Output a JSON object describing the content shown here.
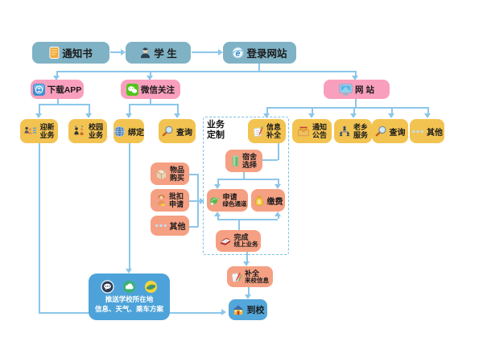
{
  "colors": {
    "box_blue": "#7fb2c5",
    "box_pink": "#f99fbe",
    "box_yellow": "#f2c351",
    "box_orange": "#f5a083",
    "box_skyblue": "#54a7da",
    "arrow_blue": "#8cc6e9",
    "dashed_border": "#7ec1e8"
  },
  "flow": {
    "notice": {
      "label": "通知书",
      "icon": "document-icon"
    },
    "student": {
      "label": "学 生",
      "icon": "student-icon"
    },
    "login": {
      "label": "登录网站",
      "icon": "browser-icon"
    },
    "download_app": {
      "label": "下载APP",
      "icon": "appstore-icon"
    },
    "wechat_follow": {
      "label": "微信关注",
      "icon": "wechat-icon"
    },
    "website": {
      "label": "网 站",
      "icon": "monitor-icon"
    },
    "welcome_biz": {
      "line1": "迎新",
      "line2": "业务",
      "icon": "people-list-icon"
    },
    "campus_biz": {
      "line1": "校园",
      "line2": "业务",
      "icon": "people-icon"
    },
    "bind": {
      "label": "绑定",
      "icon": "globe-icon"
    },
    "wechat_query": {
      "label": "查询",
      "icon": "magnifier-icon"
    },
    "biz_custom": {
      "line1": "业务",
      "line2": "定制"
    },
    "info_complete": {
      "line1": "信息",
      "line2": "补全",
      "icon": "pen-paper-icon"
    },
    "notice_board": {
      "line1": "通知",
      "line2": "公告",
      "icon": "inbox-icon"
    },
    "hometown_service": {
      "line1": "老乡",
      "line2": "服务",
      "icon": "orgchart-icon"
    },
    "web_query": {
      "label": "查询",
      "icon": "magnifier-icon"
    },
    "web_other": {
      "label": "其他",
      "icon": "dots-icon"
    },
    "dorm_select": {
      "line1": "宿舍",
      "line2": "选择",
      "icon": "dorm-icon"
    },
    "green_channel": {
      "line1": "申请",
      "line2": "绿色通道",
      "icon": "leaf-icon"
    },
    "pay_fee": {
      "label": "缴费",
      "icon": "moneybag-icon"
    },
    "finish_online": {
      "line1": "完成",
      "line2": "线上业务",
      "icon": "book-icon"
    },
    "goods_purchase": {
      "line1": "物品",
      "line2": "购买",
      "icon": "box-icon"
    },
    "deduct_apply": {
      "line1": "批扣",
      "line2": "申请",
      "icon": "person-icon"
    },
    "app_other": {
      "label": "其他",
      "icon": "dots-icon"
    },
    "arrival_info": {
      "line1": "补全",
      "line2": "来校信息",
      "icon": "pens-icon"
    },
    "arrive_school": {
      "label": "到校",
      "icon": "house-icon"
    },
    "push_info": {
      "line1": "推送学校所在地",
      "line2": "信息、天气、乘车方案",
      "icons": [
        "chat-icon",
        "weather-icon",
        "travel-icon"
      ]
    }
  }
}
